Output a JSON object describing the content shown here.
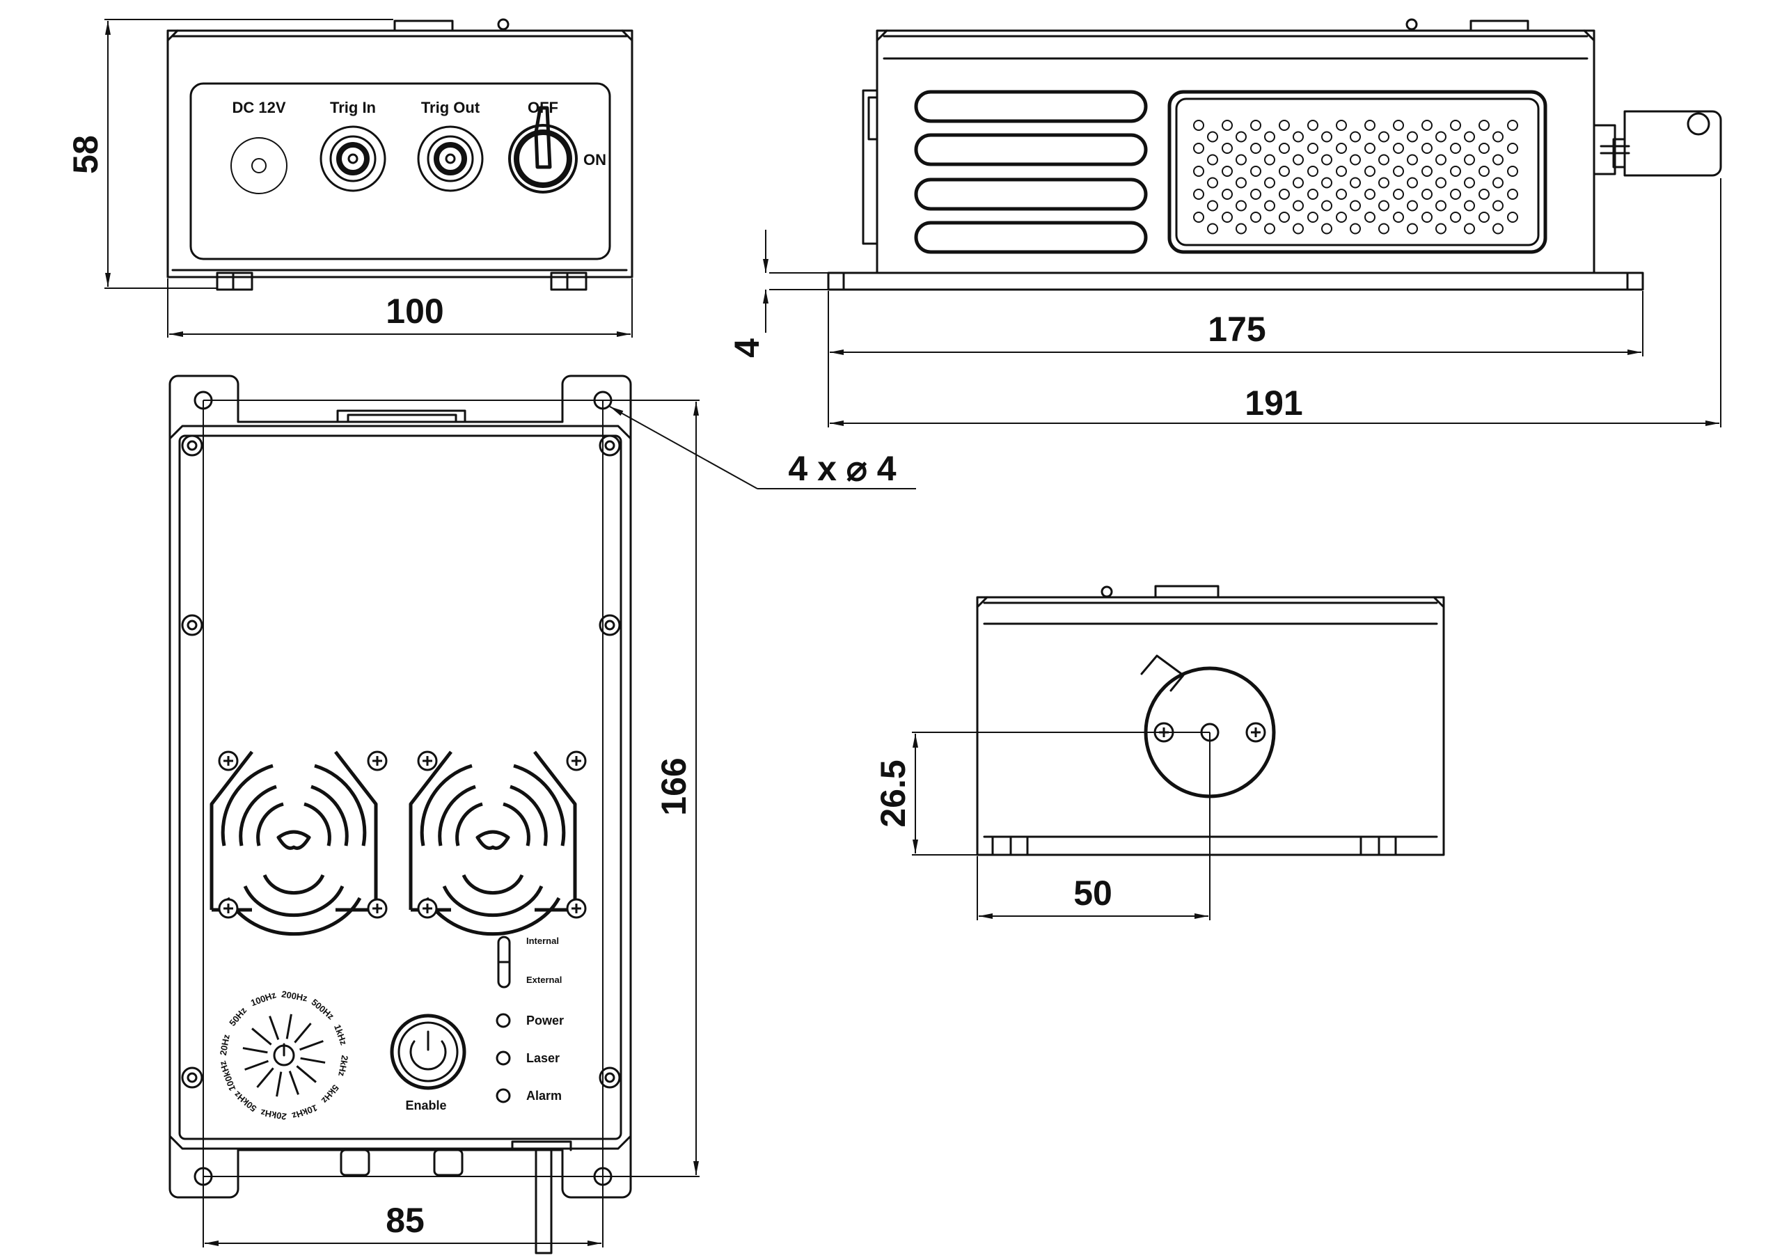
{
  "front_panel": {
    "connectors": [
      "DC 12V",
      "Trig In",
      "Trig Out"
    ],
    "switch_off": "OFF",
    "switch_on": "ON"
  },
  "bottom_panel": {
    "mode_internal": "Internal",
    "mode_external": "External",
    "indicators": [
      "Power",
      "Laser",
      "Alarm"
    ],
    "enable_label": "Enable",
    "dial_labels": [
      "20Hz",
      "50Hz",
      "100Hz",
      "200Hz",
      "500Hz",
      "1kHz",
      "2kHz",
      "5kHz",
      "10kHz",
      "20kHz",
      "50kHz",
      "100kHz"
    ]
  },
  "dimensions": {
    "height": "58",
    "front_width": "100",
    "foot_thickness": "4",
    "body_length": "175",
    "total_length": "191",
    "mounting_holes": "4 x ⌀ 4",
    "depth": "166",
    "hole_spacing": "85",
    "aperture_height": "26.5",
    "aperture_offset": "50"
  }
}
